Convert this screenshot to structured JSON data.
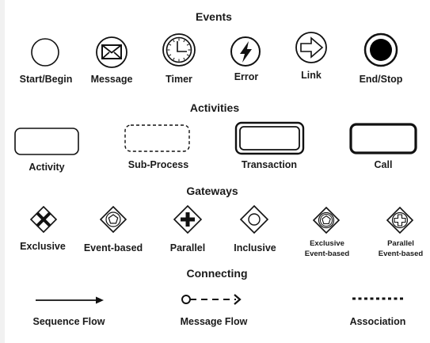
{
  "sections": {
    "events": {
      "heading": "Events",
      "items": [
        {
          "label": "Start/Begin",
          "icon": "start-event-icon"
        },
        {
          "label": "Message",
          "icon": "message-event-icon"
        },
        {
          "label": "Timer",
          "icon": "timer-event-icon"
        },
        {
          "label": "Error",
          "icon": "error-event-icon"
        },
        {
          "label": "Link",
          "icon": "link-event-icon"
        },
        {
          "label": "End/Stop",
          "icon": "end-event-icon"
        }
      ]
    },
    "activities": {
      "heading": "Activities",
      "items": [
        {
          "label": "Activity",
          "icon": "activity-shape-icon"
        },
        {
          "label": "Sub-Process",
          "icon": "sub-process-shape-icon"
        },
        {
          "label": "Transaction",
          "icon": "transaction-shape-icon"
        },
        {
          "label": "Call",
          "icon": "call-shape-icon"
        }
      ]
    },
    "gateways": {
      "heading": "Gateways",
      "items": [
        {
          "label": "Exclusive",
          "icon": "exclusive-gateway-icon"
        },
        {
          "label": "Event-based",
          "icon": "event-based-gateway-icon"
        },
        {
          "label": "Parallel",
          "icon": "parallel-gateway-icon"
        },
        {
          "label": "Inclusive",
          "icon": "inclusive-gateway-icon"
        },
        {
          "label_line1": "Exclusive",
          "label_line2": "Event-based",
          "icon": "exclusive-event-based-gateway-icon"
        },
        {
          "label_line1": "Parallel",
          "label_line2": "Event-based",
          "icon": "parallel-event-based-gateway-icon"
        }
      ]
    },
    "connecting": {
      "heading": "Connecting",
      "items": [
        {
          "label": "Sequence Flow",
          "icon": "sequence-flow-arrow-icon"
        },
        {
          "label": "Message Flow",
          "icon": "message-flow-arrow-icon"
        },
        {
          "label": "Association",
          "icon": "association-dotted-line-icon"
        }
      ]
    }
  }
}
